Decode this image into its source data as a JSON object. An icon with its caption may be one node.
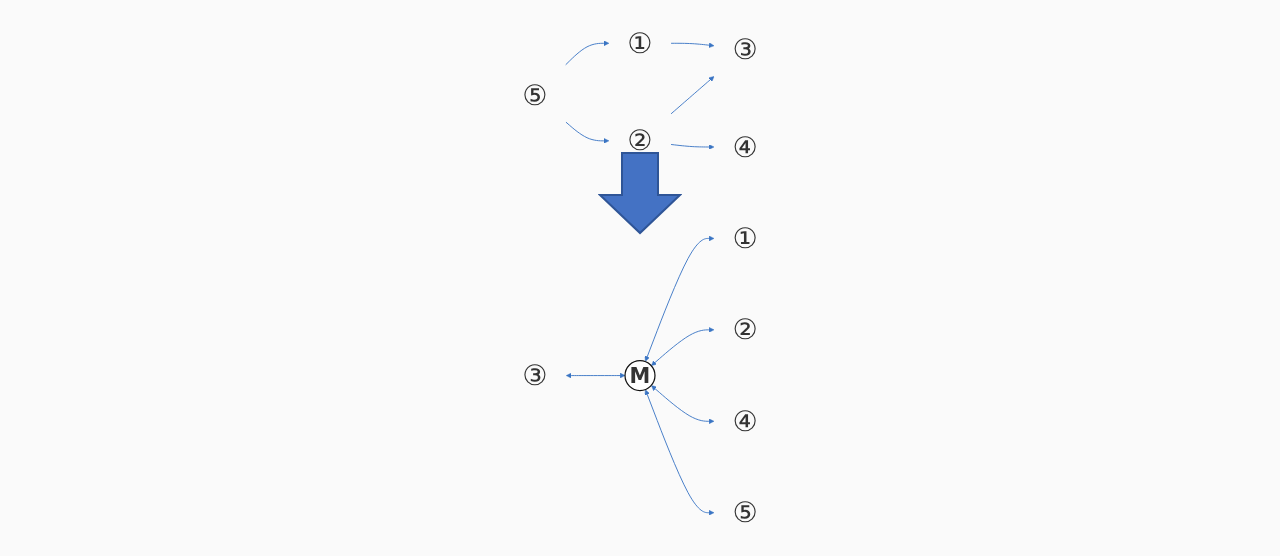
{
  "diagram": {
    "nodes": [
      {
        "text": [
          "①"
        ]
      },
      {
        "text": [
          "②"
        ]
      },
      {
        "text": [
          "③"
        ]
      },
      {
        "text": [
          "⑤"
        ]
      },
      {
        "text": [
          "④"
        ]
      },
      {
        "text": [
          "①"
        ]
      },
      {
        "text": [
          "②"
        ]
      },
      {
        "text": [
          "③"
        ]
      },
      {
        "text": [
          "M"
        ]
      },
      {
        "text": [
          "④"
        ]
      },
      {
        "text": [
          "⑤"
        ]
      }
    ],
    "edges": [
      {
        "from": 0,
        "to": 2,
        "arrow": "to"
      },
      {
        "from": 1,
        "to": 2,
        "arrow": "to"
      },
      {
        "from": 3,
        "to": 0,
        "arrow": "to"
      },
      {
        "from": 3,
        "to": 1,
        "arrow": "to"
      },
      {
        "from": 1,
        "to": 4,
        "arrow": "to"
      },
      {
        "from": 8,
        "to": 5,
        "arrow": "both"
      },
      {
        "from": 8,
        "to": 6,
        "arrow": "both"
      },
      {
        "from": 7,
        "to": 8,
        "arrow": "both"
      },
      {
        "from": 8,
        "to": 9,
        "arrow": "both"
      },
      {
        "from": 8,
        "to": 10,
        "arrow": "both"
      }
    ]
  }
}
